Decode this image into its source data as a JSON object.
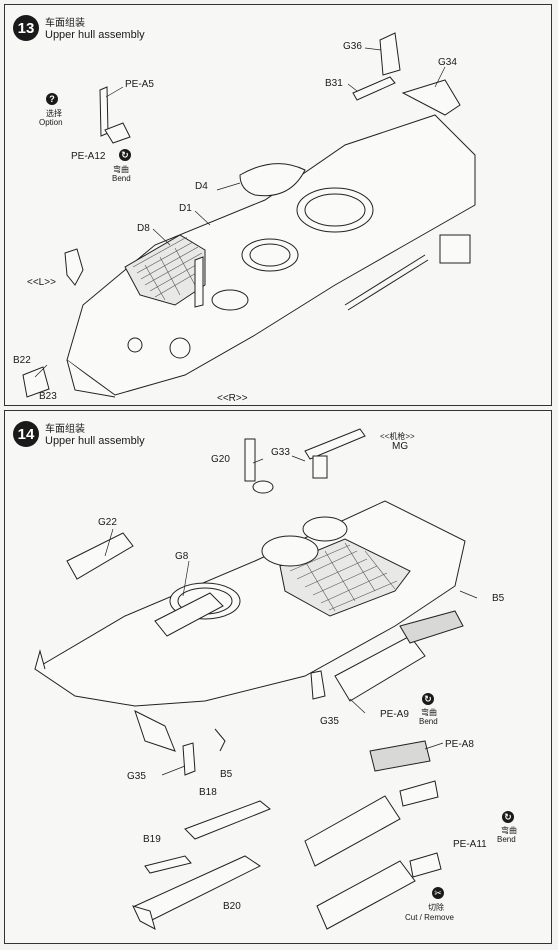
{
  "steps": [
    {
      "number": "13",
      "title_cn": "车面组装",
      "title_en": "Upper hull assembly",
      "callouts": {
        "pe_a5": "PE-A5",
        "option_cn": "选择",
        "option_en": "Option",
        "pe_a12": "PE-A12",
        "bend_cn": "弯曲",
        "bend_en": "Bend",
        "d4": "D4",
        "d1": "D1",
        "d8": "D8",
        "l_mark": "<<L>>",
        "r_mark": "<<R>>",
        "b22": "B22",
        "b23": "B23",
        "g36": "G36",
        "b31": "B31",
        "g34": "G34"
      }
    },
    {
      "number": "14",
      "title_cn": "车面组装",
      "title_en": "Upper hull assembly",
      "callouts": {
        "g20": "G20",
        "g33": "G33",
        "mg_cn": "<<机枪>>",
        "mg_en": "MG",
        "g22": "G22",
        "g8": "G8",
        "b5_right": "B5",
        "g35_mid": "G35",
        "pe_a9": "PE-A9",
        "bend_cn_1": "弯曲",
        "bend_en_1": "Bend",
        "pe_a8": "PE-A8",
        "g35_left": "G35",
        "b5_left": "B5",
        "b18": "B18",
        "b19": "B19",
        "b20": "B20",
        "pe_a11": "PE-A11",
        "bend_cn_2": "弯曲",
        "bend_en_2": "Bend",
        "cut_cn": "切除",
        "cut_en": "Cut / Remove"
      }
    }
  ]
}
